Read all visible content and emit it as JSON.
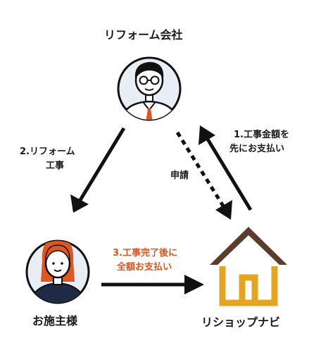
{
  "nodes": {
    "reform_company": {
      "label": "リフォーム会社"
    },
    "customer": {
      "label": "お施主様"
    },
    "rishop_navi": {
      "label": "リショップナビ"
    }
  },
  "edges": {
    "reform_work": {
      "line1": "2.リフォーム",
      "line2": "工事"
    },
    "application": {
      "label": "申請"
    },
    "payment_advance": {
      "line1": "1.工事金額を",
      "line2": "先にお支払い"
    },
    "payment_full": {
      "line1": "3.工事完了後に",
      "line2": "全額お支払い"
    }
  },
  "colors": {
    "accent": "#e0561f",
    "arrow": "#111111",
    "house_roof": "#5a3d2b",
    "house_body": "#e6a520",
    "avatar_bg": "#e9edf6",
    "avatar_outline": "#111111"
  }
}
